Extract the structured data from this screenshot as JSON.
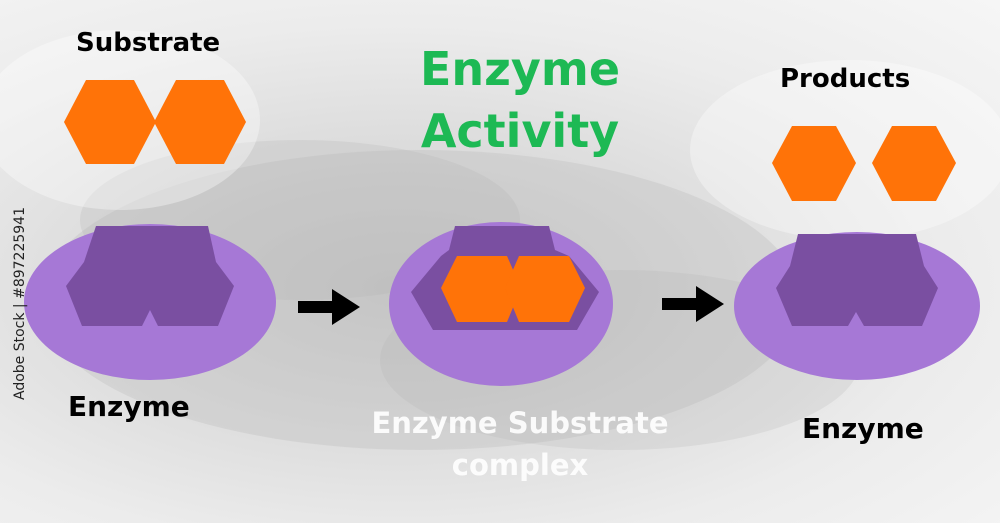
{
  "title": "Enzyme Activity",
  "labels": {
    "substrate": "Substrate",
    "products": "Products",
    "enzyme_left": "Enzyme",
    "enzyme_right": "Enzyme",
    "complex": "Enzyme Substrate complex"
  },
  "watermark": {
    "stock_id": "Adobe Stock | #897225941"
  },
  "colors": {
    "title": "#1db954",
    "substrate": "#ff7308",
    "enzyme_body": "#a678d6",
    "enzyme_site": "#7a4fa1",
    "arrow": "#000000",
    "complex_label": "#ffffff"
  },
  "icons": [
    "substrate-molecule",
    "product-molecule",
    "enzyme",
    "enzyme-substrate-complex",
    "arrow-right-icon"
  ]
}
